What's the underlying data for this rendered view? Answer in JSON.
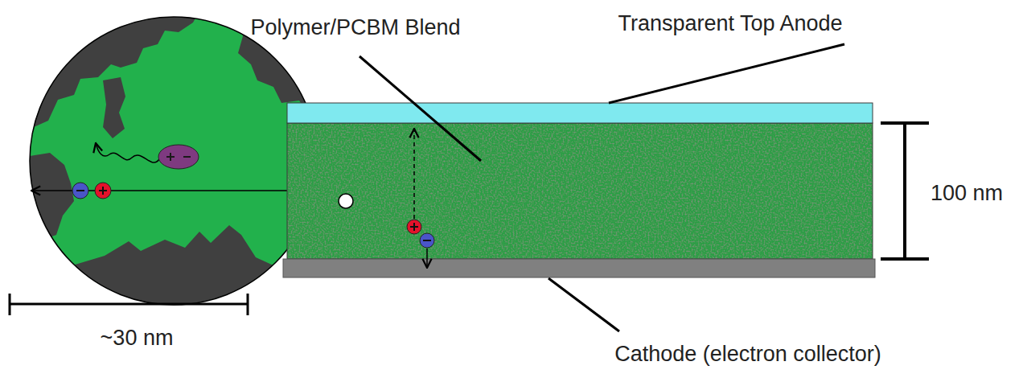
{
  "diagram": {
    "labels": [
      "Polymer/PCBM Blend",
      "Transparent Top Anode",
      "100 nm",
      "~30 nm",
      "Cathode (electron collector)"
    ]
  }
}
